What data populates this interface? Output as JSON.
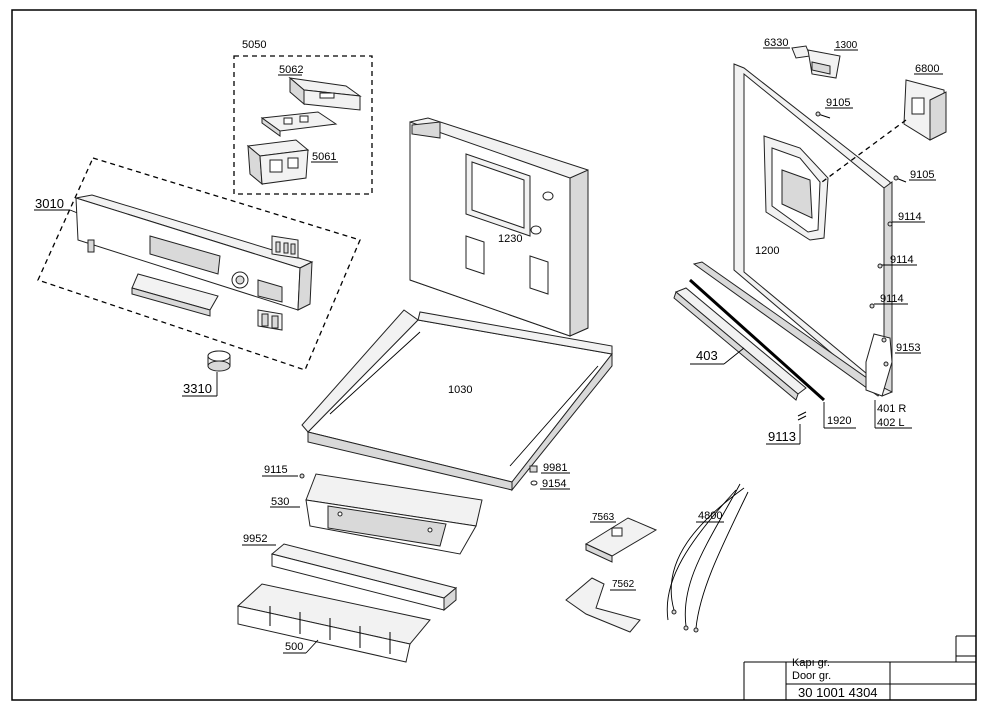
{
  "parts": {
    "p5050": "5050",
    "p5062": "5062",
    "p5061": "5061",
    "p3010": "3010",
    "p3310": "3310",
    "p1230": "1230",
    "p1030": "1030",
    "p6330": "6330",
    "p1300": "1300",
    "p6800": "6800",
    "p9105a": "9105",
    "p9105b": "9105",
    "p1200": "1200",
    "p9114a": "9114",
    "p9114b": "9114",
    "p9114c": "9114",
    "p9153": "9153",
    "p403": "403",
    "p401": "401 R",
    "p402": "402 L",
    "p1920": "1920",
    "p9113": "9113",
    "p9115": "9115",
    "p9981": "9981",
    "p9154": "9154",
    "p530": "530",
    "p9952": "9952",
    "p500": "500",
    "p7563": "7563",
    "p7562": "7562",
    "p4800": "4800"
  },
  "title_block": {
    "group_tr": "Kapı gr.",
    "group_en": "Door gr.",
    "doc_number": "30 1001 4304"
  }
}
